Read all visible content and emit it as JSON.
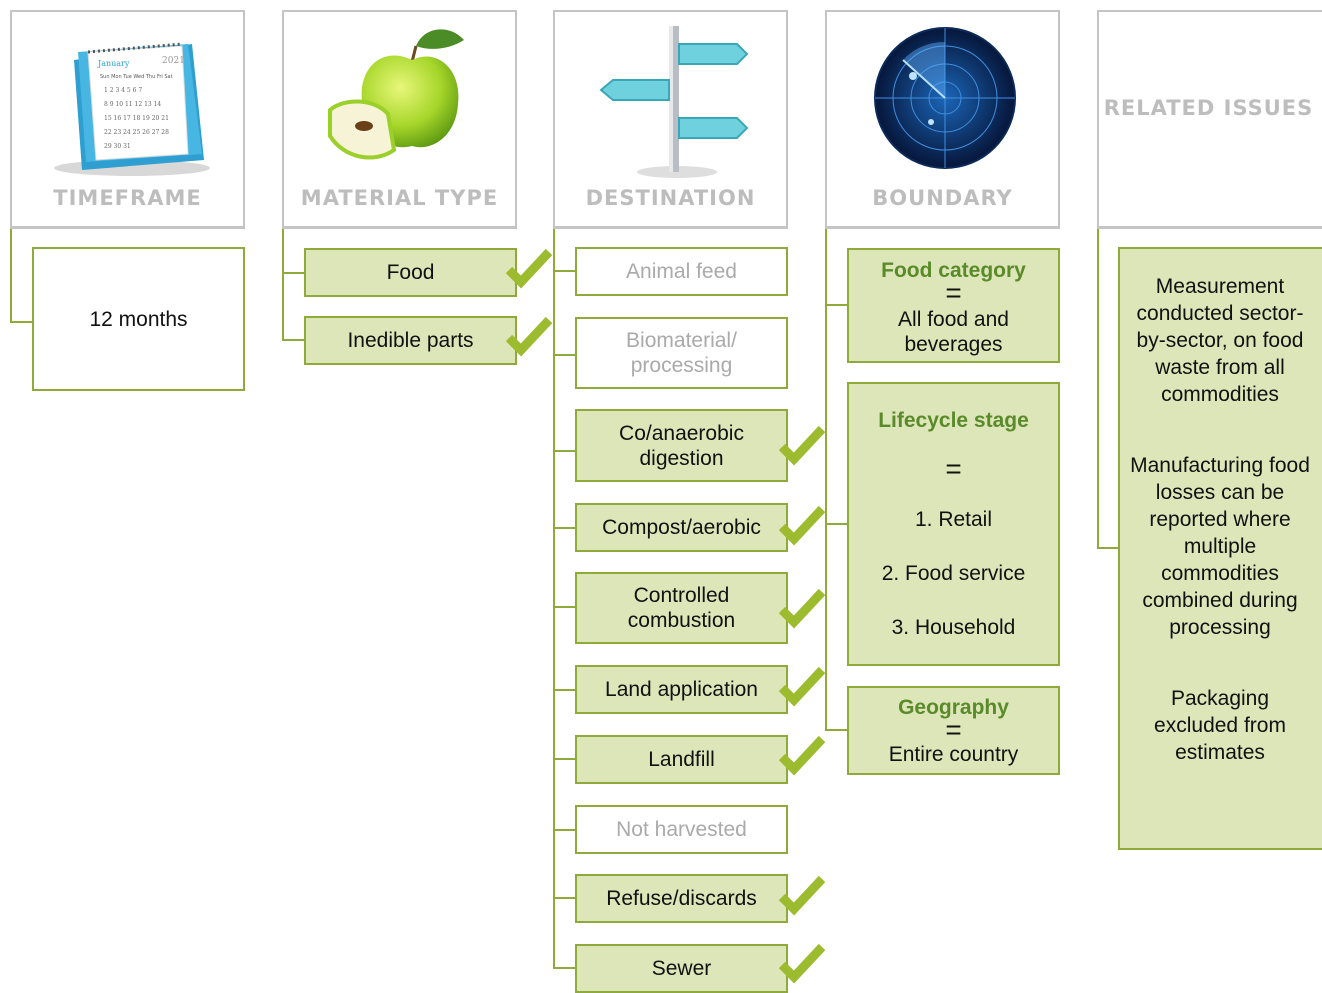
{
  "headers": {
    "timeframe": "TIMEFRAME",
    "material_type": "MATERIAL TYPE",
    "destination": "DESTINATION",
    "boundary": "BOUNDARY",
    "related_issues": "RELATED ISSUES"
  },
  "calendar": {
    "month": "January",
    "year": "2021",
    "days_header": [
      "Sun",
      "Mon",
      "Tue",
      "Wed",
      "Thu",
      "Fri",
      "Sat"
    ],
    "weeks": [
      [
        "",
        "",
        "",
        "",
        "",
        "",
        ""
      ]
    ]
  },
  "timeframe": {
    "value": "12 months"
  },
  "material_type": {
    "items": [
      {
        "label": "Food",
        "included": true
      },
      {
        "label": "Inedible parts",
        "included": true
      }
    ]
  },
  "destination": {
    "items": [
      {
        "label": "Animal feed",
        "included": false
      },
      {
        "label": "Biomaterial/ processing",
        "included": false
      },
      {
        "label": "Co/anaerobic digestion",
        "included": true
      },
      {
        "label": "Compost/aerobic",
        "included": true
      },
      {
        "label": "Controlled combustion",
        "included": true
      },
      {
        "label": "Land application",
        "included": true
      },
      {
        "label": "Landfill",
        "included": true
      },
      {
        "label": "Not harvested",
        "included": false
      },
      {
        "label": "Refuse/discards",
        "included": true
      },
      {
        "label": "Sewer",
        "included": true
      }
    ]
  },
  "boundary": {
    "food_category": {
      "title": "Food category",
      "eq": "=",
      "value": "All food and beverages"
    },
    "lifecycle_stage": {
      "title": "Lifecycle stage",
      "eq": "=",
      "items": [
        "1. Retail",
        "2. Food service",
        "3. Household"
      ]
    },
    "geography": {
      "title": "Geography",
      "eq": "=",
      "value": "Entire country"
    }
  },
  "related_issues": {
    "items": [
      "Measurement conducted sector-by-sector, on food waste from all commodities",
      "Manufacturing food losses can be reported where multiple commodities combined during processing",
      "Packaging excluded from estimates"
    ]
  },
  "colors": {
    "accent": "#8fa93a",
    "box_fill": "#dde6b8",
    "check": "#9dbb2e",
    "title_green": "#5a8a2a",
    "header_grey": "#bdbdbd"
  }
}
